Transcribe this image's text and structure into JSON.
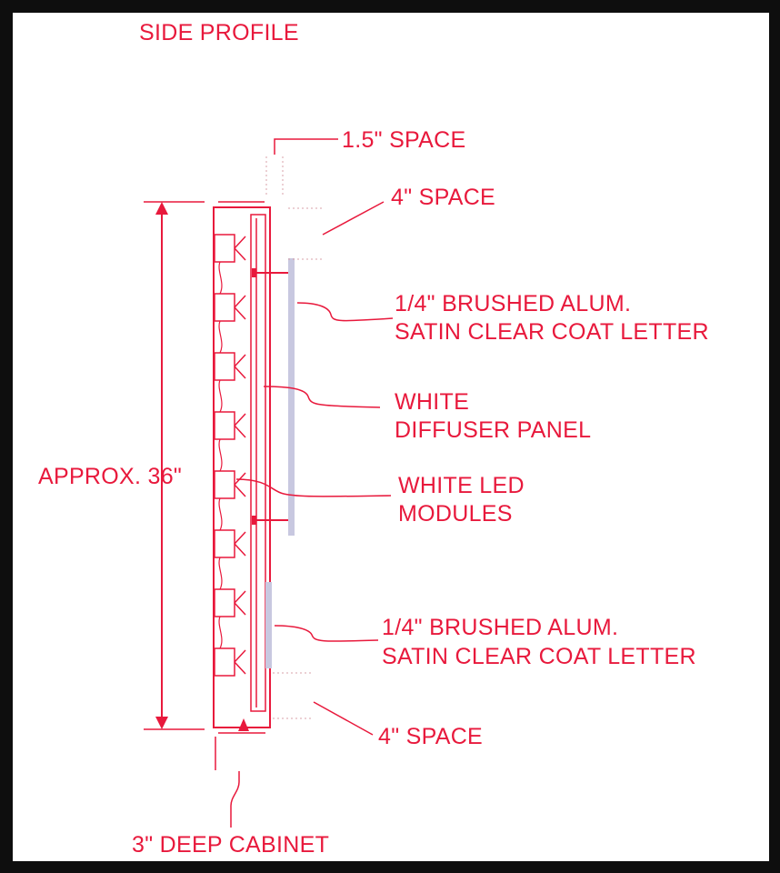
{
  "diagram": {
    "title": "SIDE PROFILE",
    "labels": {
      "top_space": "1.5\" SPACE",
      "upper_space": "4\" SPACE",
      "letter_top_line1": "1/4\" BRUSHED ALUM.",
      "letter_top_line2": "SATIN CLEAR COAT LETTER",
      "diffuser_line1": "WHITE",
      "diffuser_line2": "DIFFUSER PANEL",
      "led_line1": "WHITE LED",
      "led_line2": "MODULES",
      "letter_bottom_line1": "1/4\" BRUSHED ALUM.",
      "letter_bottom_line2": "SATIN CLEAR COAT LETTER",
      "lower_space": "4\" SPACE",
      "height": "APPROX. 36\"",
      "cabinet": "3\" DEEP CABINET"
    },
    "colors": {
      "ink": "#e8193c",
      "paper": "#ffffff",
      "frame": "#0e0e0e",
      "letter_panel": "#c8c8e0"
    },
    "led_module_count": 8
  }
}
